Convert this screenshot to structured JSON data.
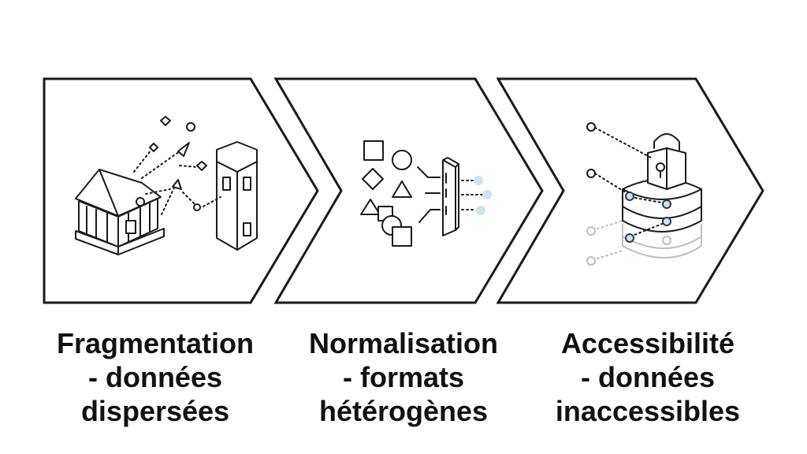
{
  "colors": {
    "stroke": "#1a1a1a",
    "accent_fill": "#cfe3ee",
    "accent_stroke": "#2b3a44",
    "faded": "#bfbfbf",
    "background": "#ffffff"
  },
  "steps": [
    {
      "icon": "building-and-tower-fragmentation-icon",
      "title": "Fragmentation",
      "line2": "- données",
      "line3": "dispersées"
    },
    {
      "icon": "shapes-funnel-normalization-icon",
      "title": "Normalisation",
      "line2": "- formats",
      "line3": "hétérogènes"
    },
    {
      "icon": "locked-database-icon",
      "title": "Accessibilité",
      "line2": "- données",
      "line3": "inaccessibles"
    }
  ]
}
